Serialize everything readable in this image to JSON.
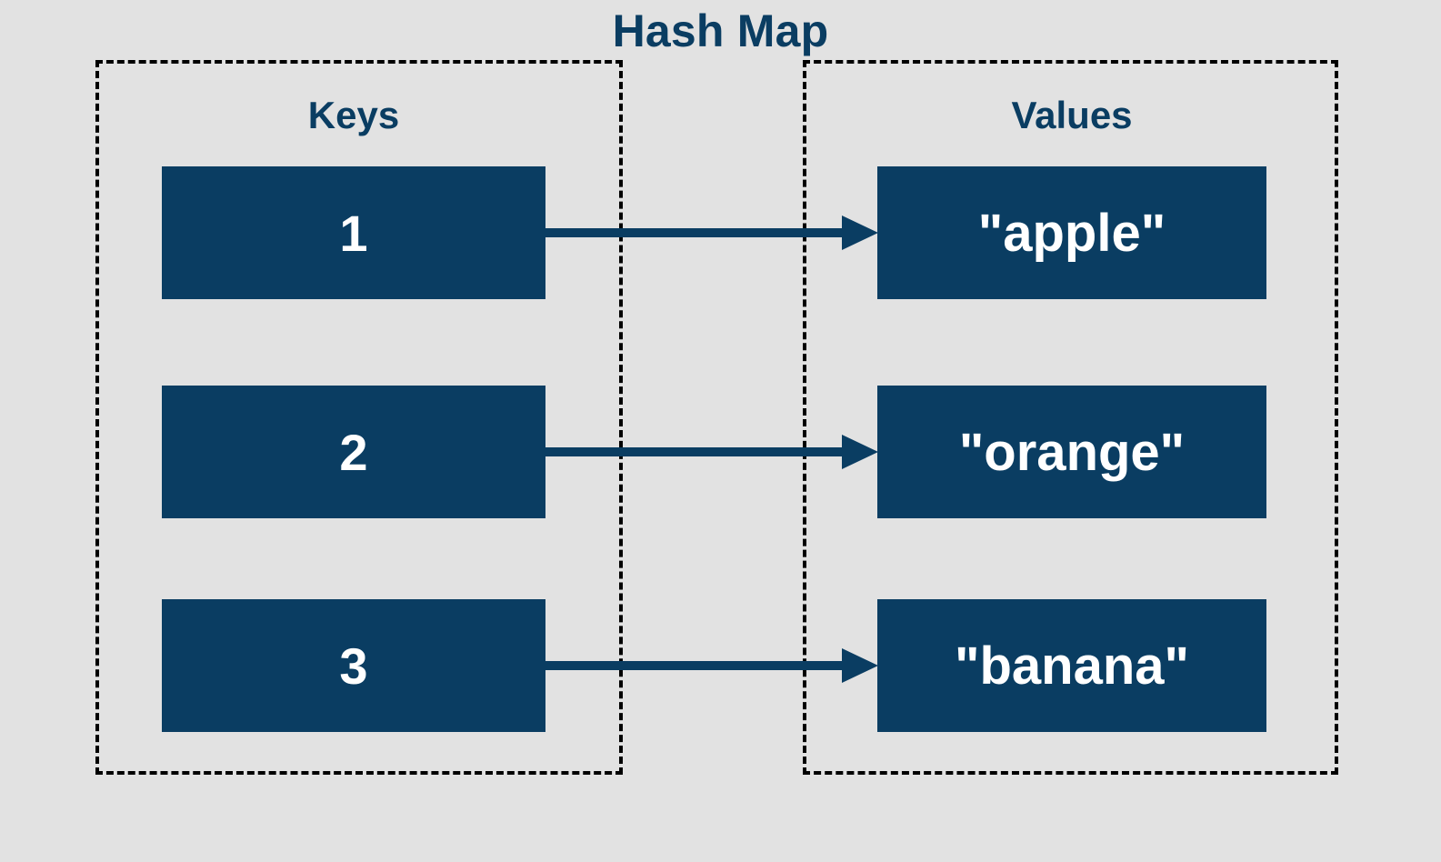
{
  "diagram": {
    "title": "Hash Map",
    "columns": {
      "keys_heading": "Keys",
      "values_heading": "Values"
    },
    "colors": {
      "background": "#e2e2e2",
      "box_fill": "#0a3d62",
      "box_text": "#ffffff",
      "heading_text": "#0a3d62",
      "border": "#000000",
      "arrow": "#0a3d62"
    },
    "entries": [
      {
        "key": "1",
        "value": "\"apple\"",
        "arrow": "arrow-right-icon"
      },
      {
        "key": "2",
        "value": "\"orange\"",
        "arrow": "arrow-right-icon"
      },
      {
        "key": "3",
        "value": "\"banana\"",
        "arrow": "arrow-right-icon"
      }
    ]
  }
}
